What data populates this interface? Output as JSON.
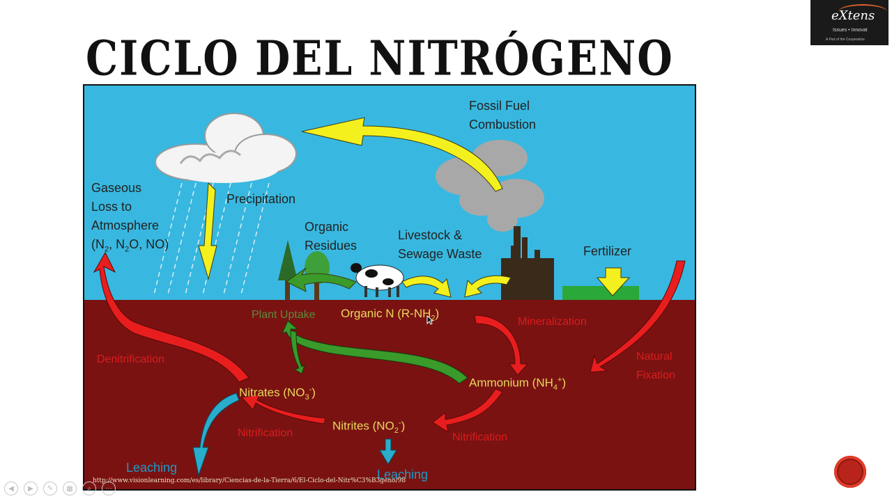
{
  "slide": {
    "title": "CICLO DEL NITRÓGENO",
    "source_url": "http://www.visionlearning.com/es/library/Ciencias-de-la-Tierra/6/El-Ciclo-del-Nitr%C3%B3geno/98"
  },
  "logo": {
    "brand": "eXtens",
    "tagline": "Issues • Innovat",
    "part_of": "A Part of the Cooperative"
  },
  "labels": {
    "fossil_fuel_1": "Fossil Fuel",
    "fossil_fuel_2": "Combustion",
    "precipitation": "Precipitation",
    "gaseous_1": "Gaseous",
    "gaseous_2": "Loss to",
    "gaseous_3": "Atmosphere",
    "gaseous_4_pre": "(N",
    "gaseous_4_sub1": "2",
    "gaseous_4_mid": ", N",
    "gaseous_4_sub2": "2",
    "gaseous_4_post": "O, NO)",
    "organic_res_1": "Organic",
    "organic_res_2": "Residues",
    "livestock_1": "Livestock &",
    "livestock_2": "Sewage Waste",
    "fertilizer": "Fertilizer",
    "plant_uptake": "Plant Uptake",
    "organic_n_pre": "Organic N (R-NH",
    "organic_n_sub": "2",
    "organic_n_post": ")",
    "mineralization": "Mineralization",
    "denitrification": "Denitrification",
    "natural_fix_1": "Natural",
    "natural_fix_2": "Fixation",
    "ammonium_pre": "Ammonium (NH",
    "ammonium_sub": "4",
    "ammonium_sup": "+",
    "ammonium_post": ")",
    "nitrates_pre": "Nitrates (NO",
    "nitrates_sub": "3",
    "nitrates_sup": "-",
    "nitrates_post": ")",
    "nitrites_pre": "Nitrites (NO",
    "nitrites_sub": "2",
    "nitrites_sup": "-",
    "nitrites_post": ")",
    "nitrification_1": "Nitrification",
    "nitrification_2": "Nitrification",
    "leaching_1": "Leaching",
    "leaching_2": "Leaching"
  },
  "colors": {
    "sky": "#38b8e0",
    "soil": "#7a1212",
    "arrow_yellow": "#f4f01e",
    "arrow_red": "#e81e1e",
    "arrow_green": "#3a9a2a",
    "arrow_cyan": "#2aaccc"
  }
}
